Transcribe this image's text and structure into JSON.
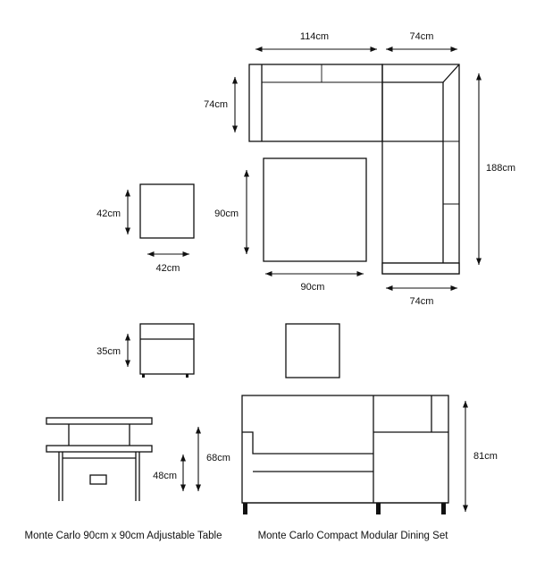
{
  "dimensions": {
    "sofa_width": "114cm",
    "corner_width": "74cm",
    "sofa_depth": "74cm",
    "total_length": "188cm",
    "stool_width": "42cm",
    "stool_depth": "42cm",
    "table_width": "90cm",
    "table_depth": "90cm",
    "chaise_width": "74cm",
    "stool_height": "35cm",
    "table_high": "68cm",
    "table_low": "48cm",
    "sofa_height": "81cm"
  },
  "captions": {
    "table": "Monte Carlo 90cm x 90cm Adjustable Table",
    "set": "Monte Carlo Compact Modular Dining Set"
  }
}
